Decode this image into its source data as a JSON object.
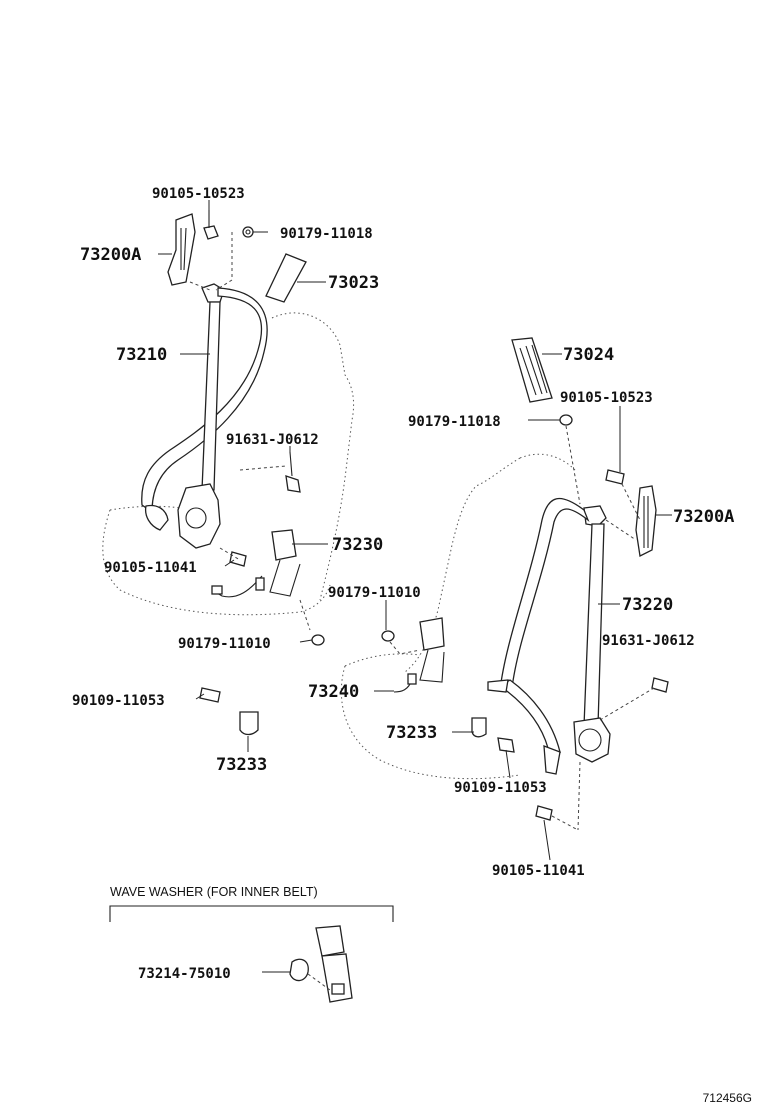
{
  "parts": {
    "p1": "90105-10523",
    "p2": "90179-11018",
    "p3": "73200A",
    "p4": "73023",
    "p5": "73210",
    "p6": "73024",
    "p7": "90105-10523",
    "p8": "90179-11018",
    "p9": "91631-J0612",
    "p10": "73200A",
    "p11": "73230",
    "p12": "90105-11041",
    "p13": "90179-11010",
    "p14": "73220",
    "p15": "91631-J0612",
    "p16": "90179-11010",
    "p17": "73240",
    "p18": "90109-11053",
    "p19": "73233",
    "p20": "73233",
    "p21": "90109-11053",
    "p22": "90105-11041",
    "p23": "73214-75010"
  },
  "note": "WAVE WASHER (FOR INNER BELT)",
  "figure_id": "712456G"
}
